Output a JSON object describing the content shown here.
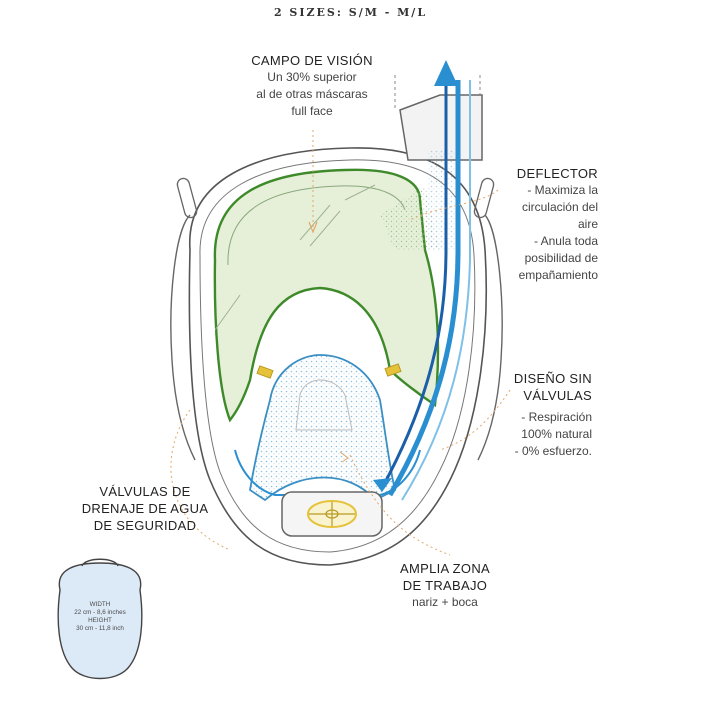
{
  "title": "2 SIZES: S/M - M/L",
  "campo": {
    "heading": "CAMPO DE VISIÓN",
    "lines": [
      "Un 30% superior",
      "al de otras máscaras",
      "full face"
    ]
  },
  "deflector": {
    "heading": "DEFLECTOR",
    "lines": [
      "- Maximiza la",
      "circulación del",
      "aire",
      "- Anula toda",
      "posibilidad de",
      "empañamiento"
    ]
  },
  "diseno": {
    "heading_lines": [
      "DISEÑO SIN",
      "VÁLVULAS"
    ],
    "lines": [
      "- Respiración",
      "100% natural",
      "- 0% esfuerzo."
    ]
  },
  "valvulas": {
    "heading_lines": [
      "VÁLVULAS DE",
      "DRENAJE DE AGUA",
      "DE SEGURIDAD"
    ]
  },
  "amplia": {
    "heading_lines": [
      "AMPLIA ZONA",
      "DE TRABAJO"
    ],
    "lines": [
      "nariz + boca"
    ]
  },
  "size_card": {
    "width_label": "WIDTH",
    "width_value": "22 cm - 8,6 inches",
    "height_label": "HEIGHT",
    "height_value": "30 cm - 11,8 inch"
  },
  "colors": {
    "lens_green": "#e6f0d8",
    "green_outline": "#3e8a2a",
    "blue_tube": "#2a8fd0",
    "blue_dark": "#1b5fa8",
    "orange_lines": "#e3a868",
    "yellow_valve": "#e5c23a",
    "card_blue": "#dce9f7"
  },
  "icons": [
    "arrow-up-icon",
    "drain-valve-icon",
    "size-outline-icon"
  ]
}
